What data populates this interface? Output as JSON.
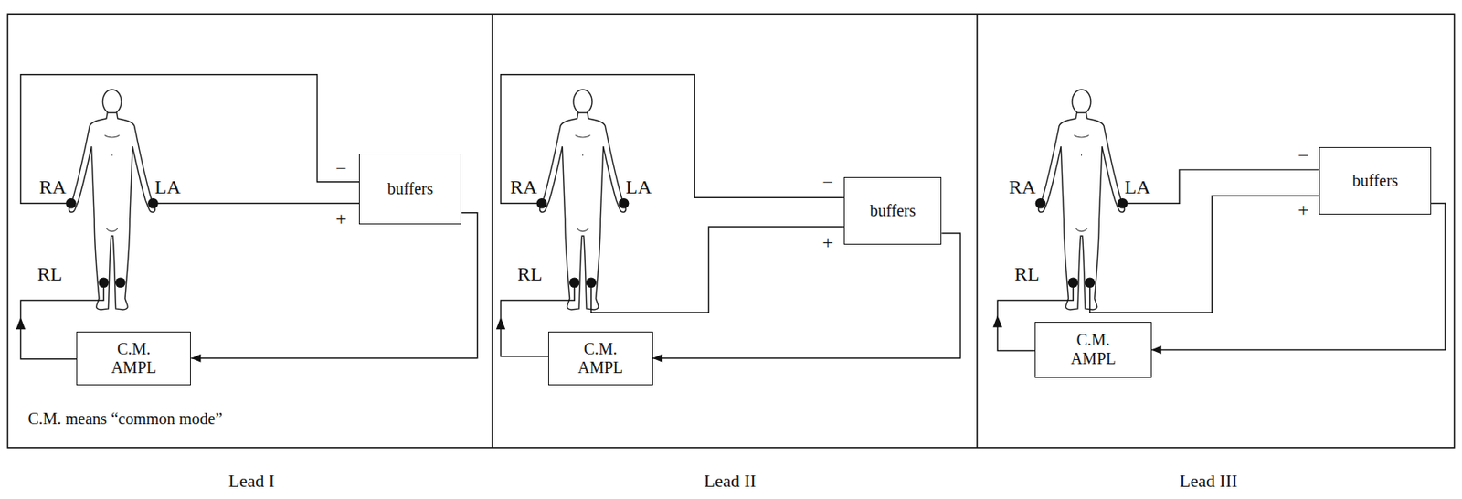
{
  "diagram": {
    "nodes": [
      {
        "text": [
          "buffers"
        ]
      },
      {
        "text": [
          "C.M. AMPL"
        ]
      },
      {
        "text": [
          "buffers"
        ]
      },
      {
        "text": [
          "C.M. AMPL"
        ]
      },
      {
        "text": [
          "buffers"
        ]
      },
      {
        "text": [
          "C.M. AMPL"
        ]
      }
    ],
    "edges": [
      {
        "from": 0,
        "to": 1,
        "arrow": "to"
      },
      {
        "from": 2,
        "to": 3,
        "arrow": "to"
      },
      {
        "from": 4,
        "to": 5,
        "arrow": "to"
      }
    ],
    "labels": [
      "RA",
      "LA",
      "RL",
      "−",
      "+",
      "C.M. means “common mode”",
      "Lead I",
      "RA",
      "LA",
      "RL",
      "−",
      "+",
      "Lead II",
      "RA",
      "LA",
      "RL",
      "−",
      "+",
      "Lead III"
    ]
  }
}
